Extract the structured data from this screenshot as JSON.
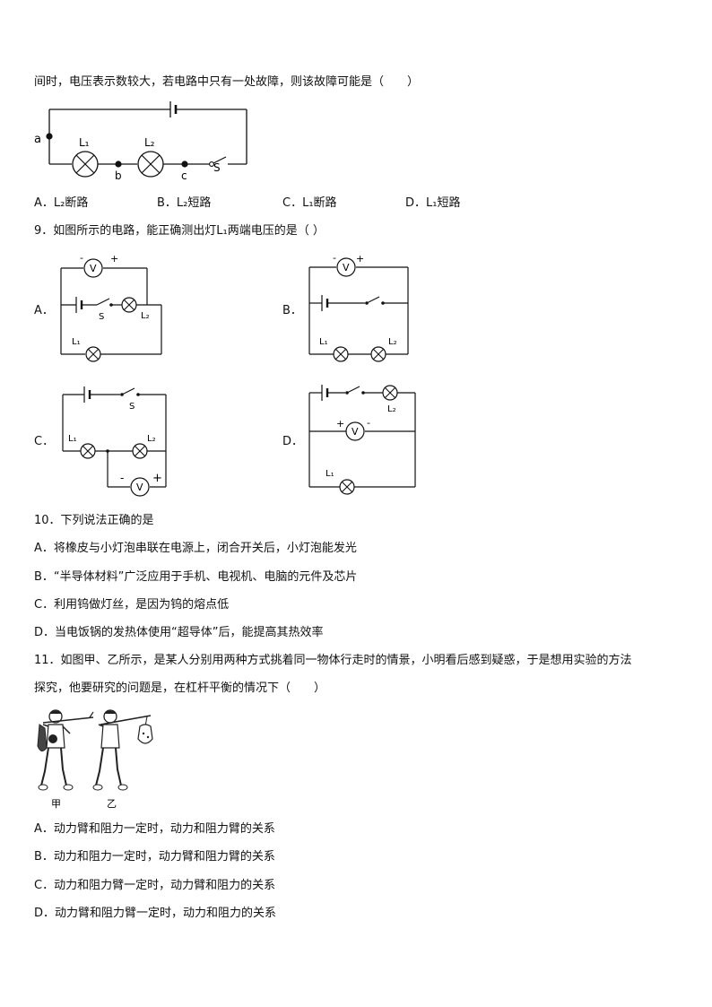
{
  "q8": {
    "stem_cont": "间时，电压表示数较大，若电路中只有一处故障，则该故障可能是（　　）",
    "fig": {
      "a": "a",
      "b": "b",
      "c": "c",
      "L1": "L₁",
      "L2": "L₂",
      "S": "S"
    },
    "options": [
      "A．L₂断路",
      "B．L₂短路",
      "C．L₁断路",
      "D．L₁短路"
    ]
  },
  "q9": {
    "stem": "9．如图所示的电路，能正确测出灯L₁两端电压的是（ ）",
    "labels": {
      "A": "A．",
      "B": "B．",
      "C": "C．",
      "D": "D．"
    },
    "circuit": {
      "L1": "L₁",
      "L2": "L₂",
      "S": "S",
      "V": "V",
      "minus": "-",
      "plus": "+"
    }
  },
  "q10": {
    "stem": "10．下列说法正确的是",
    "options": [
      "A．将橡皮与小灯泡串联在电源上，闭合开关后，小灯泡能发光",
      "B．“半导体材料”广泛应用于手机、电视机、电脑的元件及芯片",
      "C．利用钨做灯丝，是因为钨的熔点低",
      "D．当电饭锅的发热体使用“超导体”后，能提高其热效率"
    ]
  },
  "q11": {
    "stem_l1": "11．如图甲、乙所示，是某人分别用两种方式挑着同一物体行走时的情景，小明看后感到疑惑，于是想用实验的方法",
    "stem_l2": "探究，他要研究的问题是，在杠杆平衡的情况下（　　）",
    "fig": {
      "jia": "甲",
      "yi": "乙"
    },
    "options": [
      "A．动力臂和阻力一定时，动力和阻力臂的关系",
      "B．动力和阻力一定时，动力臂和阻力臂的关系",
      "C．动力和阻力臂一定时，动力臂和阻力的关系",
      "D．动力臂和阻力臂一定时，动力和阻力的关系"
    ]
  }
}
